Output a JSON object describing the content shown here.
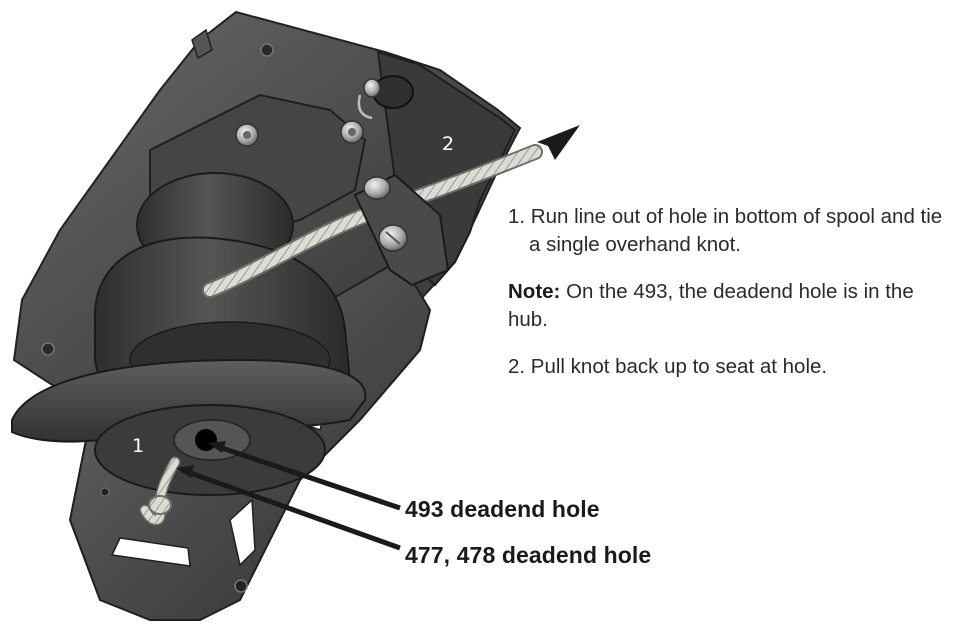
{
  "labels": {
    "step1_marker": "1",
    "step2_marker": "2"
  },
  "callouts": {
    "hole_493": "493 deadend hole",
    "hole_477_478": "477, 478 deadend hole"
  },
  "instructions": {
    "step1": "1. Run line out of hole in bottom of spool and tie a single overhand knot.",
    "note_label": "Note:",
    "note_text": " On the 493, the deadend hole is in the hub.",
    "step2": "2. Pull knot back up to seat at hole."
  },
  "colors": {
    "plate": "#4a4a4a",
    "spool": "#3d3d3d",
    "rope": "#d8d8d2",
    "text": "#2a2a2a"
  }
}
